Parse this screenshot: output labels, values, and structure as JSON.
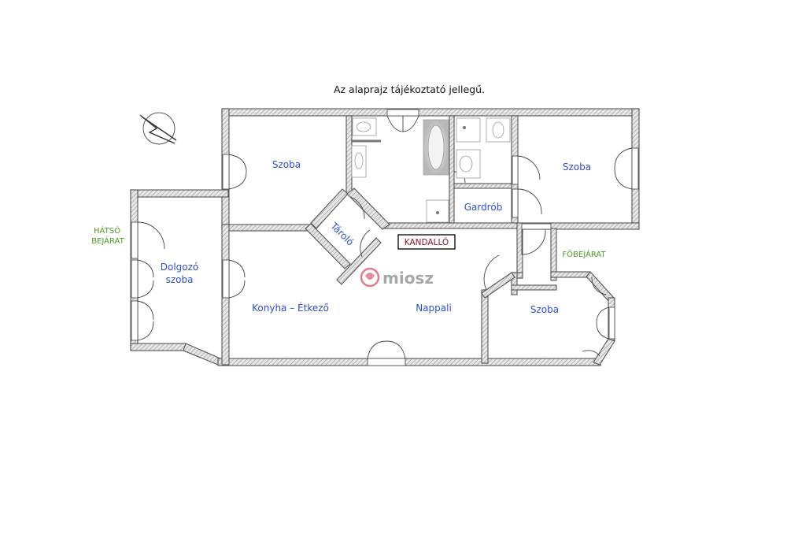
{
  "title": "Az alaprajz tájékoztató jellegű.",
  "rooms": {
    "szoba_1": "Szoba",
    "szoba_2": "Szoba",
    "szoba_3": "Szoba",
    "gardrob": "Gardrób",
    "tarolo": "Tároló",
    "dolgozo_line1": "Dolgozó",
    "dolgozo_line2": "szoba",
    "konyha": "Konyha – Étkező",
    "nappali": "Nappali"
  },
  "kandallo": "KANDALLÓ",
  "entrances": {
    "hatso_line1": "HÁTSÓ",
    "hatso_line2": "BEJÁRAT",
    "fobejarat": "FŐBEJÁRAT"
  },
  "watermark": "miosz",
  "colors": {
    "room_label": "#2f4fc9",
    "entrance_label": "#4f9a2a",
    "fireplace_label": "#8a1528",
    "watermark": "#c8324a"
  },
  "icons": {
    "compass": "north-arrow-icon",
    "logo": "miosz-logo-icon"
  }
}
